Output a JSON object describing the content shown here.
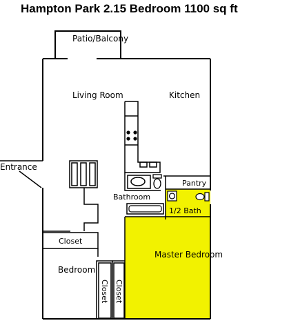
{
  "plan": {
    "title": "Hampton Park 2.15 Bedroom 1100 sq ft",
    "highlight_color": "#f2f200",
    "wall_color": "#000000",
    "rooms": {
      "patio": "Patio/Balcony",
      "living_room": "Living Room",
      "kitchen": "Kitchen",
      "entrance": "Entrance",
      "pantry": "Pantry",
      "bathroom": "Bathroom",
      "half_bath": "1/2 Bath",
      "closet_left": "Closet",
      "master_bedroom": "Master Bedroom",
      "bedroom": "Bedroom",
      "closet_v1": "Closet",
      "closet_v2": "Closet"
    }
  }
}
